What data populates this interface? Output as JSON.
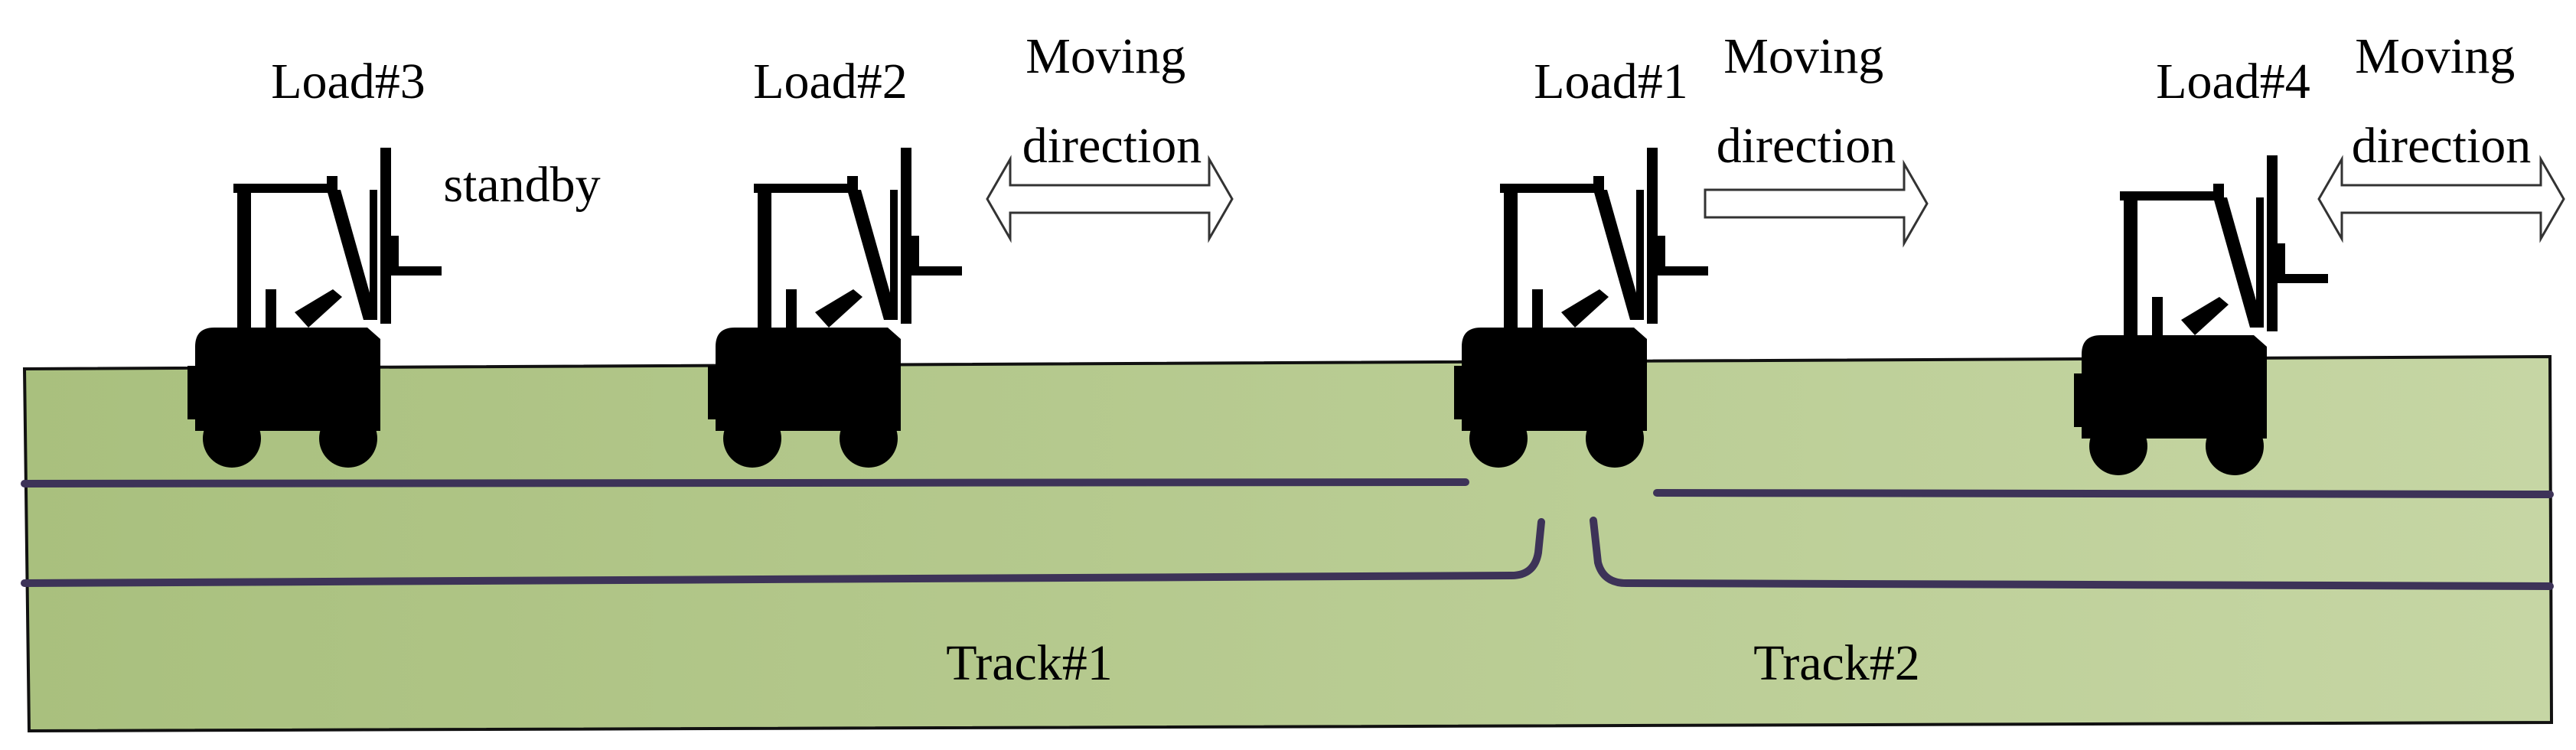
{
  "loads": [
    {
      "label": "Load#3",
      "status": "standby",
      "direction": ""
    },
    {
      "label": "Load#2",
      "status": "",
      "direction": "Moving\ndirection"
    },
    {
      "label": "Load#1",
      "status": "",
      "direction": "Moving\ndirection"
    },
    {
      "label": "Load#4",
      "status": "",
      "direction": "Moving\ndirection"
    }
  ],
  "tracks": [
    {
      "label": "Track#1"
    },
    {
      "label": "Track#2"
    }
  ],
  "colors": {
    "floor_top": "#a9c07e",
    "floor_bottom": "#c3d3a0",
    "track_line": "#3d3358",
    "forklift": "#000000"
  }
}
